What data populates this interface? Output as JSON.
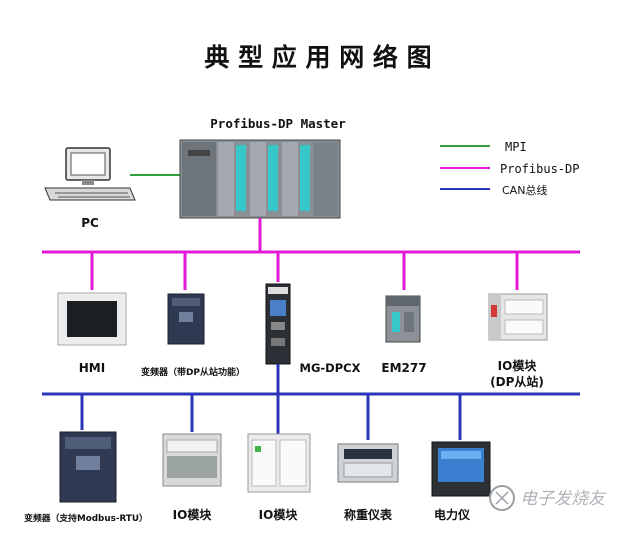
{
  "title": "典 型 应 用 网 络 图",
  "master": {
    "label": "Profibus-DP  Master"
  },
  "legend": {
    "mpi": {
      "label": "MPI",
      "color": "#2e9e3e"
    },
    "profibus": {
      "label": "Profibus-DP",
      "color": "#e21ad8"
    },
    "can": {
      "label": "CAN总线",
      "color": "#2a35b8"
    }
  },
  "pc": {
    "label": "PC"
  },
  "dp_devices": [
    {
      "label": "HMI",
      "icon": "hmi-panel-icon"
    },
    {
      "label": "变频器（带DP从站功能）",
      "icon": "inverter-icon"
    },
    {
      "label": "MG-DPCX",
      "icon": "gateway-module-icon"
    },
    {
      "label": "EM277",
      "icon": "em277-module-icon"
    },
    {
      "label": "IO模块",
      "label2": "(DP从站)",
      "icon": "io-module-icon"
    }
  ],
  "can_devices": [
    {
      "label": "变频器（支持Modbus-RTU）",
      "icon": "inverter-icon"
    },
    {
      "label": "IO模块",
      "icon": "io-module-icon"
    },
    {
      "label": "IO模块",
      "icon": "io-module-icon"
    },
    {
      "label": "称重仪表",
      "icon": "weighing-meter-icon"
    },
    {
      "label": "电力仪",
      "icon": "power-meter-icon"
    }
  ],
  "watermark": "电子发烧友"
}
